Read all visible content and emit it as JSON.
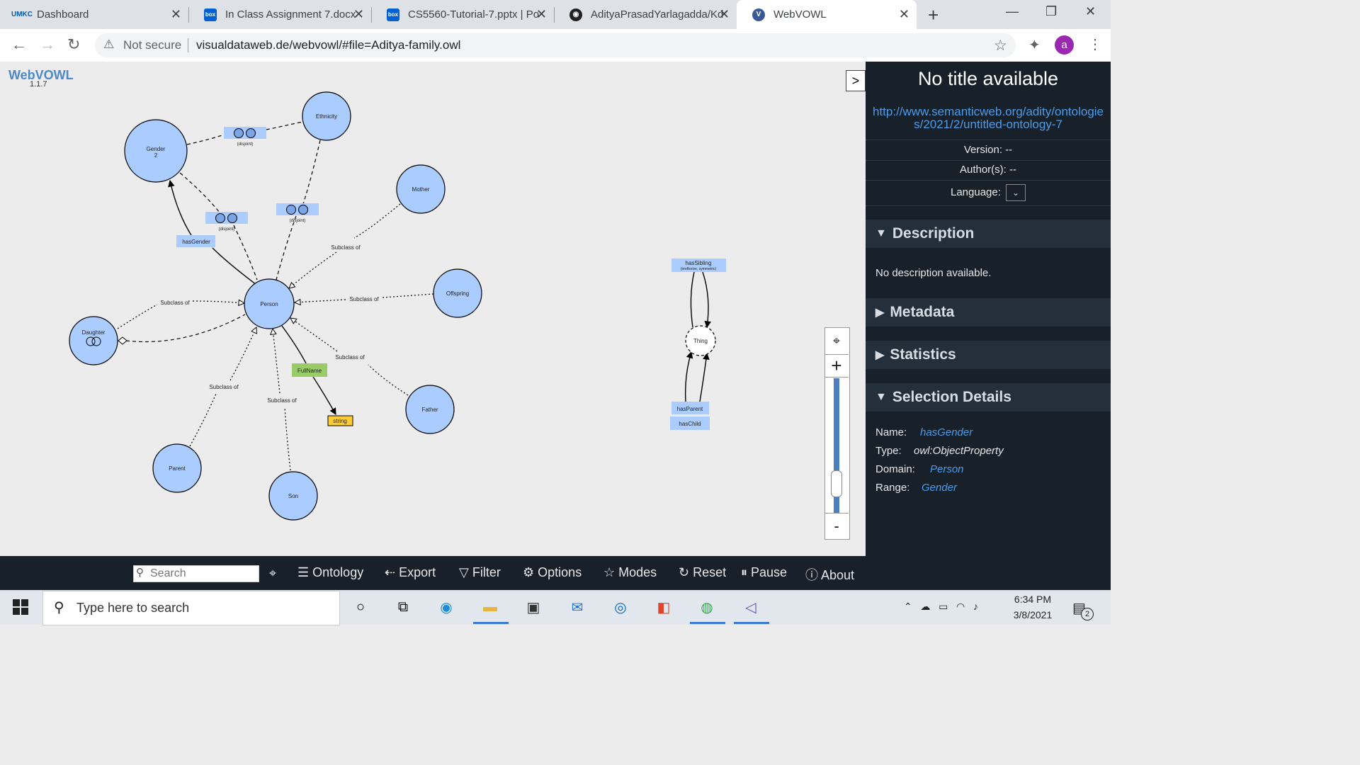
{
  "browser": {
    "tabs": [
      {
        "title": "Dashboard",
        "icon": "umkc-icon"
      },
      {
        "title": "In Class Assignment 7.docx",
        "icon": "box-icon"
      },
      {
        "title": "CS5560-Tutorial-7.pptx | Po",
        "icon": "box-icon"
      },
      {
        "title": "AdityaPrasadYarlagadda/Kd",
        "icon": "github-icon"
      },
      {
        "title": "WebVOWL",
        "icon": "webvowl-icon"
      }
    ],
    "active_tab": 4,
    "security_label": "Not secure",
    "url": "visualdataweb.de/webvowl/#file=Aditya-family.owl",
    "profile_initial": "a"
  },
  "app": {
    "logo": "WebVOWL",
    "version": "1.1.7",
    "toggle_label": ">"
  },
  "graph": {
    "nodes": [
      {
        "id": "gender",
        "label": "Gender",
        "sublabel": "2"
      },
      {
        "id": "ethnicity",
        "label": "Ethnicity"
      },
      {
        "id": "mother",
        "label": "Mother"
      },
      {
        "id": "person",
        "label": "Person"
      },
      {
        "id": "offspring",
        "label": "Offspring"
      },
      {
        "id": "daughter",
        "label": "Daughter"
      },
      {
        "id": "father",
        "label": "Father"
      },
      {
        "id": "parent",
        "label": "Parent"
      },
      {
        "id": "son",
        "label": "Son"
      },
      {
        "id": "thing",
        "label": "Thing"
      }
    ],
    "disjoint_label": "(disjoint)",
    "subclass_label": "Subclass of",
    "properties": {
      "hasGender": "hasGender",
      "fullName": "FullName",
      "string": "string",
      "hasSibling": "hasSibling",
      "hasSibling_sub": "(irreflexive, symmetric)",
      "hasParent": "hasParent",
      "hasChild": "hasChild"
    }
  },
  "zoom": {
    "center": "⌖",
    "plus": "+",
    "minus": "-"
  },
  "sidebar": {
    "title": "No title available",
    "iri": "http://www.semanticweb.org/adity/ontologies/2021/2/untitled-ontology-7",
    "version": "Version: --",
    "authors": "Author(s): --",
    "language_label": "Language:",
    "sections": {
      "description": "Description",
      "metadata": "Metadata",
      "statistics": "Statistics",
      "selection": "Selection Details"
    },
    "description_text": "No description available.",
    "selection": {
      "name_label": "Name:",
      "name": "hasGender",
      "type_label": "Type:",
      "type": "owl:ObjectProperty",
      "domain_label": "Domain:",
      "domain": "Person",
      "range_label": "Range:",
      "range": "Gender"
    }
  },
  "bottombar": {
    "search_placeholder": "Search",
    "items": [
      "Ontology",
      "Export",
      "Filter",
      "Options",
      "Modes",
      "Reset",
      "Pause",
      "About"
    ]
  },
  "taskbar": {
    "search_placeholder": "Type here to search",
    "time": "6:34 PM",
    "date": "3/8/2021",
    "notification_count": "2"
  },
  "colors": {
    "node_fill": "#aaccff",
    "node_stroke": "#000000",
    "datatype_property": "#99cc66",
    "datatype": "#ffcc33",
    "sidebar_bg": "#18202a",
    "link": "#4c9ce8"
  }
}
